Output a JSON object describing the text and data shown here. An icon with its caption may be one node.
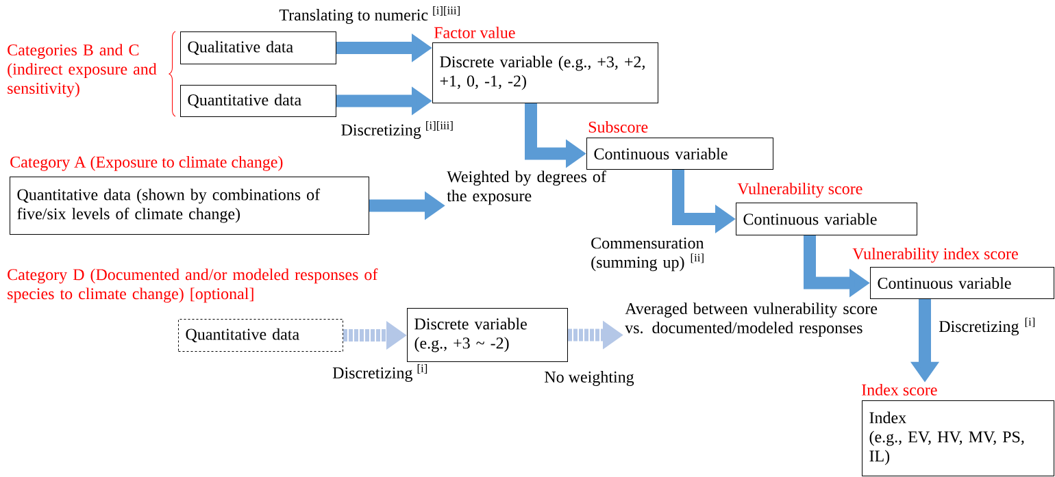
{
  "diagram": {
    "nodes": [
      {
        "text": [
          "Qualitative data"
        ]
      },
      {
        "text": [
          "Quantitative data"
        ]
      },
      {
        "text": [
          "Factor value",
          "Discrete variable (e.g., +3, +2, +1, 0, -1, -2)"
        ]
      },
      {
        "text": [
          "Subscore",
          "Continuous variable"
        ]
      },
      {
        "text": [
          "Category A (Exposure to climate change)",
          "Quantitative data (shown by combinations of five/six levels of climate change)"
        ]
      },
      {
        "text": [
          "Weighted by degrees of the exposure"
        ]
      },
      {
        "text": [
          "Vulnerability score",
          "Continuous variable"
        ]
      },
      {
        "text": [
          "Vulnerability index score",
          "Continuous variable"
        ]
      },
      {
        "text": [
          "Quantitative data"
        ]
      },
      {
        "text": [
          "Discrete variable (e.g., +3 ~ -2)"
        ]
      },
      {
        "text": [
          "Averaged between vulnerability score vs. documented/modeled responses"
        ]
      },
      {
        "text": [
          "Index score",
          "Index",
          "(e.g., EV, HV, MV, PS, IL)"
        ]
      }
    ],
    "edges": [
      {
        "from": 0,
        "to": 2,
        "arrow": "to",
        "label": "Translating to numeric $^{[i][iii]}$"
      },
      {
        "from": 1,
        "to": 2,
        "arrow": "to",
        "label": "Discretizing $^{[i][iii]}$"
      },
      {
        "from": 2,
        "to": 3,
        "arrow": "to"
      },
      {
        "from": 4,
        "to": 5,
        "arrow": "to"
      },
      {
        "from": 3,
        "to": 6,
        "arrow": "to",
        "label": "Commensuration (summing up) $^{[ii]}$"
      },
      {
        "from": 6,
        "to": 7,
        "arrow": "to"
      },
      {
        "from": 8,
        "to": 9,
        "arrow": "to",
        "label": "Discretizing $^{[i]}$",
        "style": "dashed",
        "color": "#b4c7e7"
      },
      {
        "from": 9,
        "to": 10,
        "arrow": "to",
        "label": "No weighting",
        "style": "dashed",
        "color": "#b4c7e7"
      },
      {
        "from": 7,
        "to": 11,
        "arrow": "to",
        "label": "Discretizing $^{[i]}$"
      }
    ],
    "labels": [
      "Categories B and C (indirect exposure and sensitivity)",
      "Category D (Documented and/or modeled responses of species to climate change) [optional]"
    ]
  }
}
